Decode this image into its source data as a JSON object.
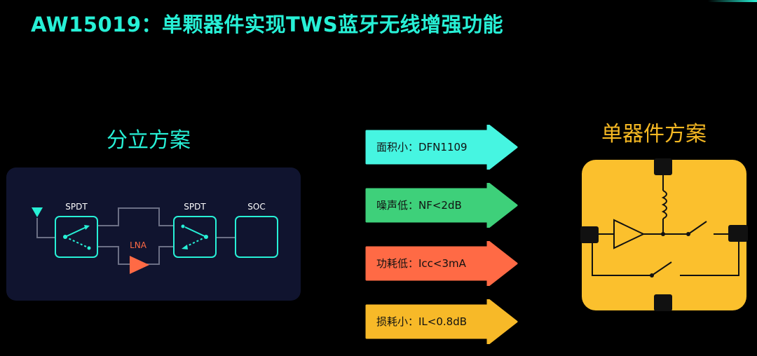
{
  "header": {
    "title": "AW15019：单颗器件实现TWS蓝牙无线增强功能"
  },
  "discrete": {
    "title": "分立方案",
    "spdt_left": "SPDT",
    "spdt_right": "SPDT",
    "soc": "SOC",
    "lna": "LNA"
  },
  "single": {
    "title": "单器件方案"
  },
  "features": [
    {
      "label": "面积小：DFN1109",
      "color": "#46f5e1"
    },
    {
      "label": "噪声低：NF<2dB",
      "color": "#3ed07a"
    },
    {
      "label": "功耗低：Icc<3mA",
      "color": "#ff6a45"
    },
    {
      "label": "损耗小：IL<0.8dB",
      "color": "#f7b928"
    }
  ],
  "colors": {
    "accent": "#27f0d6",
    "device": "#fbc02d",
    "panel": "#10142f"
  }
}
